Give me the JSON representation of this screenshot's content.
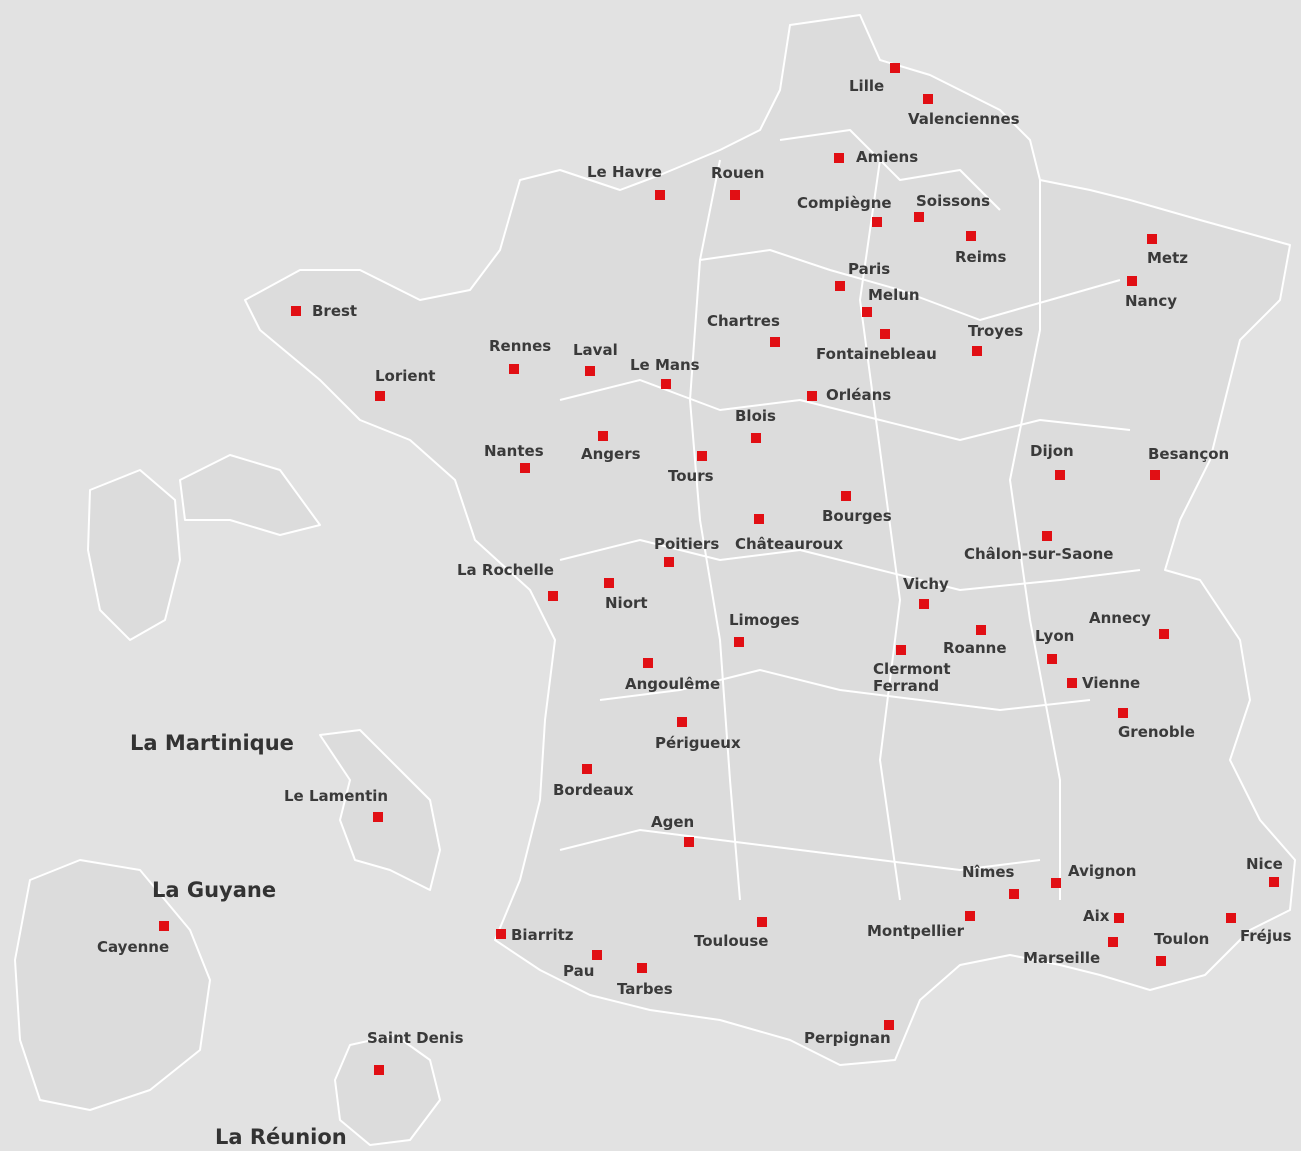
{
  "overseas_titles": {
    "martinique": "La Martinique",
    "guyane": "La Guyane",
    "reunion": "La Réunion"
  },
  "cities": [
    "Lille",
    "Valenciennes",
    "Amiens",
    "Le Havre",
    "Rouen",
    "Compiègne",
    "Soissons",
    "Reims",
    "Metz",
    "Nancy",
    "Brest",
    "Paris",
    "Melun",
    "Chartres",
    "Fontainebleau",
    "Troyes",
    "Rennes",
    "Laval",
    "Le Mans",
    "Lorient",
    "Orléans",
    "Blois",
    "Nantes",
    "Angers",
    "Tours",
    "Dijon",
    "Besançon",
    "Bourges",
    "Poitiers",
    "Châteauroux",
    "Châlon-sur-Saone",
    "La Rochelle",
    "Niort",
    "Vichy",
    "Limoges",
    "Annecy",
    "Lyon",
    "Roanne",
    "Clermont\nFerrand",
    "Angoulême",
    "Vienne",
    "Grenoble",
    "Périgueux",
    "Le Lamentin",
    "Bordeaux",
    "Agen",
    "Nîmes",
    "Avignon",
    "Nice",
    "Aix",
    "Fréjus",
    "Cayenne",
    "Biarritz",
    "Toulouse",
    "Montpellier",
    "Toulon",
    "Marseille",
    "Pau",
    "Tarbes",
    "Perpignan",
    "Saint Denis"
  ],
  "colors": {
    "background": "#e2e2e2",
    "marker": "#e10f14",
    "border": "#ffffff",
    "text": "#3a3a3a"
  }
}
